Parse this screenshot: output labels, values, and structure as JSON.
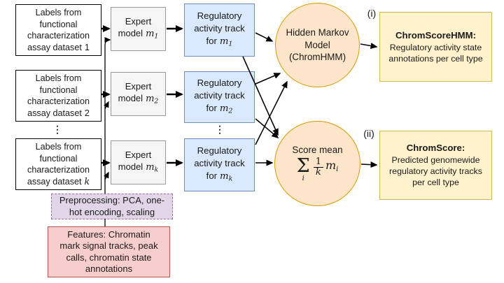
{
  "colors": {
    "white_fill": "#ffffff",
    "white_border": "#000000",
    "gray_fill": "#f5f5f5",
    "gray_border": "#999999",
    "blue_fill": "#dae8fc",
    "blue_border": "#6c8ebf",
    "orange_fill": "#fce5c9",
    "orange_border": "#d79b00",
    "yellow_fill": "#fff2cc",
    "yellow_border": "#d6b656",
    "purple_fill": "#e1d5e7",
    "purple_border": "#9673a6",
    "red_fill": "#f8cecc",
    "red_border": "#b85450",
    "arrow": "#000000",
    "text": "#1a1a1a"
  },
  "label_boxes": [
    {
      "l1": "Labels from",
      "l2": "functional",
      "l3": "characterization",
      "tail": "assay dataset",
      "var": "1"
    },
    {
      "l1": "Labels from",
      "l2": "functional",
      "l3": "characterization",
      "tail": "assay dataset",
      "var": "2"
    },
    {
      "l1": "Labels from",
      "l2": "functional",
      "l3": "characterization",
      "tail": "assay dataset",
      "var": "k"
    }
  ],
  "ellipsis": "⋮",
  "expert_boxes": [
    {
      "l1": "Expert",
      "l2": "model",
      "var": "m",
      "sub": "1"
    },
    {
      "l1": "Expert",
      "l2": "model",
      "var": "m",
      "sub": "2"
    },
    {
      "l1": "Expert",
      "l2": "model",
      "var": "m",
      "sub": "k"
    }
  ],
  "reg_boxes": [
    {
      "l1": "Regulatory",
      "l2": "activity track",
      "l3": "for",
      "var": "m",
      "sub": "1"
    },
    {
      "l1": "Regulatory",
      "l2": "activity track",
      "l3": "for",
      "var": "m",
      "sub": "2"
    },
    {
      "l1": "Regulatory",
      "l2": "activity track",
      "l3": "for",
      "var": "m",
      "sub": "k"
    }
  ],
  "hmm_circle": {
    "l1": "Hidden Markov",
    "l2": "Model",
    "l3": "(ChromHMM)"
  },
  "score_circle": {
    "label": "Score mean",
    "sigma": "Σ",
    "sigma_sub": "i",
    "num": "1",
    "den": "k",
    "term": "m",
    "term_sub": "i"
  },
  "outputs": [
    {
      "tag": "(i)",
      "title": "ChromScoreHMM:",
      "l1": "Regulatory activity state",
      "l2": "annotations per cell type"
    },
    {
      "tag": "(ii)",
      "title": "ChromScore:",
      "l1": "Predicted genomewide",
      "l2": "regulatory activity tracks",
      "l3": "per cell type"
    }
  ],
  "preprocessing": {
    "l1": "Preprocessing: PCA, one-",
    "l2": "hot encoding, scaling"
  },
  "features": {
    "l1": "Features: Chromatin",
    "l2": "mark signal tracks, peak",
    "l3": "calls, chromatin state",
    "l4": "annotations"
  }
}
